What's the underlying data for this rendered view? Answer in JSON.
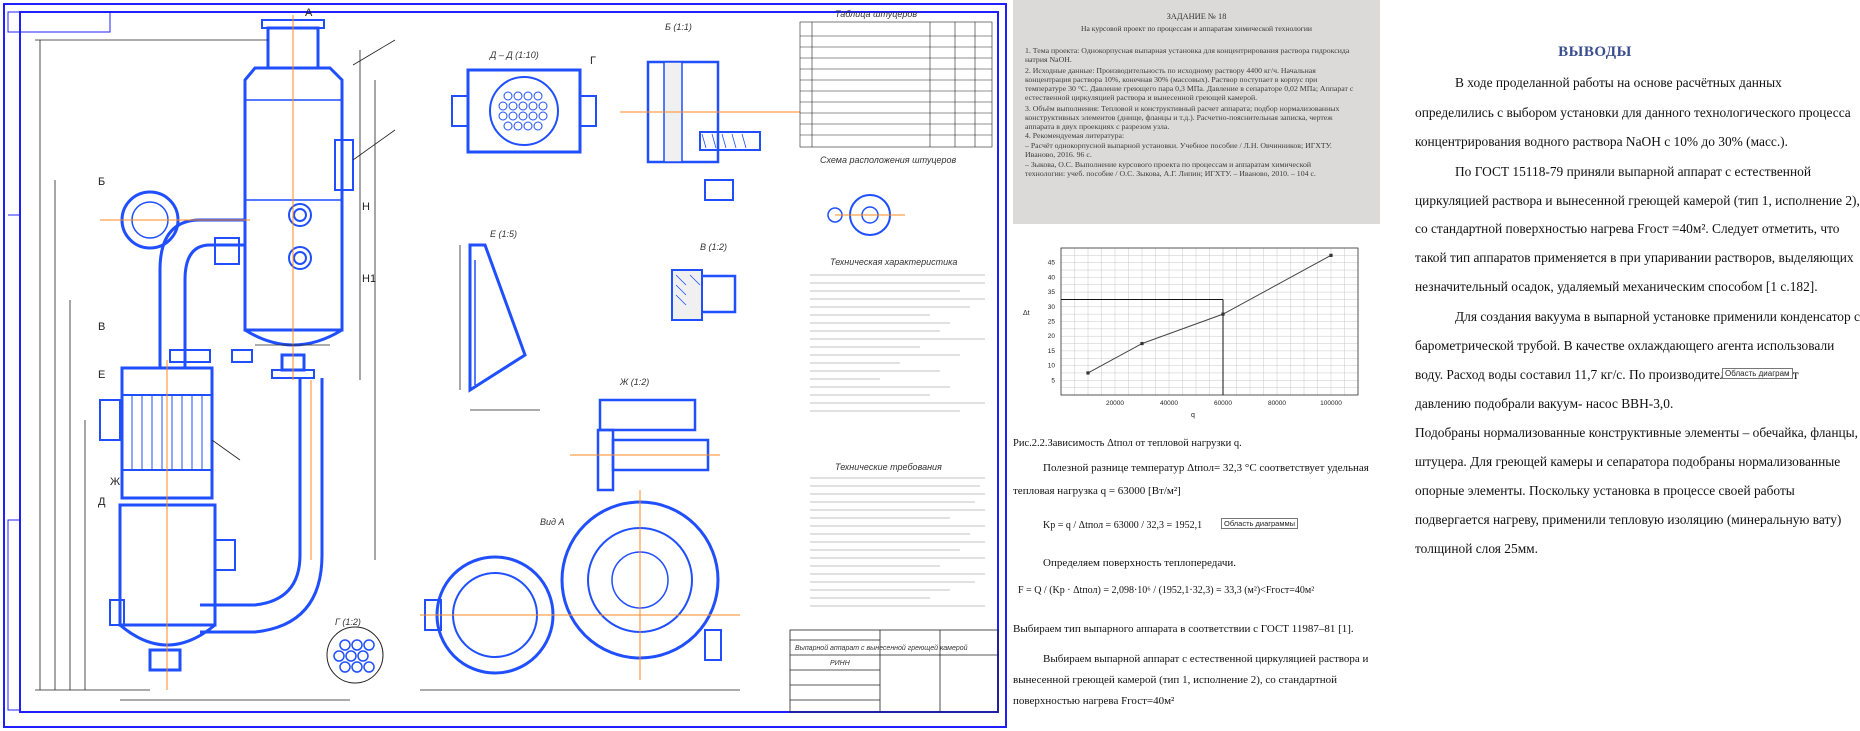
{
  "drawing": {
    "views": {
      "d_d": "Д – Д (1:10)",
      "b_b": "Б (1:1)",
      "e": "Е (1:5)",
      "v": "В (1:2)",
      "zh": "Ж (1:2)",
      "vid_a": "Вид А",
      "g": "Г (1:2)",
      "hole_scheme": "Схема расположения штуцеров",
      "spec_title": "Таблица штуцеров",
      "tech_char": "Техническая характеристика",
      "tech_req": "Технические требования",
      "title_block": "Выпарной аппарат с вынесенной греющей камерой",
      "title_block2": "РИНН"
    },
    "letters": [
      "А",
      "Б",
      "В",
      "Г",
      "Д",
      "Е",
      "Ж",
      "Н",
      "Н1"
    ]
  },
  "assignment": {
    "title": "ЗАДАНИЕ № 18",
    "subtitle": "На курсовой проект по процессам и аппаратам химической технологии",
    "lines": [
      "1. Тема проекта: Однокорпусная выпарная установка для концентрирования раствора гидроксида",
      "натрия NaOH.",
      "2. Исходные данные: Производительность по исходному раствору 4400 кг/ч. Начальная",
      "концентрация раствора 10%, конечная 30% (массовых). Раствор поступает в корпус при",
      "температуре 30 °С. Давление греющего пара 0,3 МПа. Давление в сепараторе 0,02 МПа; Аппарат с",
      "естественной циркуляцией раствора и вынесенной греющей камерой.",
      "3. Объём выполнения: Тепловой и конструктивный расчет аппарата; подбор нормализованных",
      "конструктивных элементов (днище, фланцы и т.д.). Расчетно-пояснительная записка, чертеж",
      "аппарата в двух проекциях с разрезом узла.",
      "4. Рекомендуемая литература:",
      "– Расчёт однокорпусной выпарной установки. Учебное пособие / Л.Н. Овчинников; ИГХТУ.",
      "   Иваново, 2016. 96 с.",
      "– Зыкова, О.С. Выполнение курсового проекта по процессам и аппаратам химической",
      "   технологии: учеб. пособие / О.С. Зыкова, А.Г. Липин; ИГХТУ. – Иваново, 2010. – 104 с."
    ]
  },
  "chart_data": {
    "type": "line",
    "title": "",
    "xlabel": "q",
    "ylabel": "Δt",
    "x": [
      10000,
      30000,
      60000,
      100000
    ],
    "y": [
      7.5,
      17.5,
      27.5,
      47.5
    ],
    "xlim": [
      0,
      110000
    ],
    "ylim": [
      0,
      50
    ],
    "x_ticks": [
      "20000",
      "40000",
      "60000",
      "80000",
      "100000"
    ],
    "y_ticks": [
      "5",
      "10",
      "15",
      "20",
      "25",
      "30",
      "35",
      "40",
      "45"
    ],
    "grid": true,
    "annotation": {
      "x": 60000,
      "y": 32.5
    }
  },
  "calc": {
    "caption": "Рис.2.2.Зависимость Δtпол от тепловой нагрузки q.",
    "p1": "Полезной разнице температур  Δtпол= 32,3 °С  соответствует удельная",
    "p1b": "тепловая нагрузка   q = 63000  [Вт/м²]",
    "k_formula": "Kр = q / Δtпол = 63000 / 32,3 = 1952,1",
    "tooltip": "Область диаграммы",
    "p2": "Определяем поверхность теплопередачи.",
    "f_formula": "F = Q / (Kр · Δtпол) = 2,098·10⁶ / (1952,1·32,3) = 33,3  (м²)<Fгост=40м²",
    "p3": "Выбираем тип выпарного аппарата в соответствии с ГОСТ 11987–81 [1].",
    "p4": "Выбираем выпарной аппарат с естественной циркуляцией раствора и",
    "p4b": "вынесенной греющей камерой (тип 1, исполнение 2), со стандартной",
    "p4c": "поверхностью нагрева Fгост=40м²"
  },
  "conclusions": {
    "heading": "ВЫВОДЫ",
    "lines": [
      "В ходе проделанной работы на основе расчётных данных",
      "определились с выбором установки для данного технологического процесса",
      "концентрирования водного раствора NaOH с 10% до 30% (масс.).",
      "По ГОСТ 15118-79  приняли  выпарной аппарат с естественной",
      "циркуляцией раствора и вынесенной греющей камерой (тип 1, исполнение 2),",
      "со стандартной поверхностью нагрева Fгост =40м². Следует отметить, что",
      "такой тип аппаратов применяется в при упаривании растворов, выделяющих",
      "незначительный осадок, удаляемый механическим способом [1 с.182].",
      "Для создания вакуума в выпарной установке применили конденсатор с",
      "барометрической трубой. В качестве охлаждающего агента использовали",
      "воду. Расход воды составил 11,7 кг/с. По производительности и ост",
      "давлению подобрали вакуум- насос ВВН-3,0.",
      "Подобраны нормализованные конструктивные элементы – обечайка, фланцы,",
      "штуцера.  Для греющей камеры и сепаратора подобраны нормализованные",
      "опорные элементы. Поскольку установка в процессе своей работы",
      "подвергается нагреву,  применили тепловую изоляцию  (минеральную вату)",
      "толщиной слоя 25мм."
    ],
    "tooltip": "Область диаграм"
  }
}
